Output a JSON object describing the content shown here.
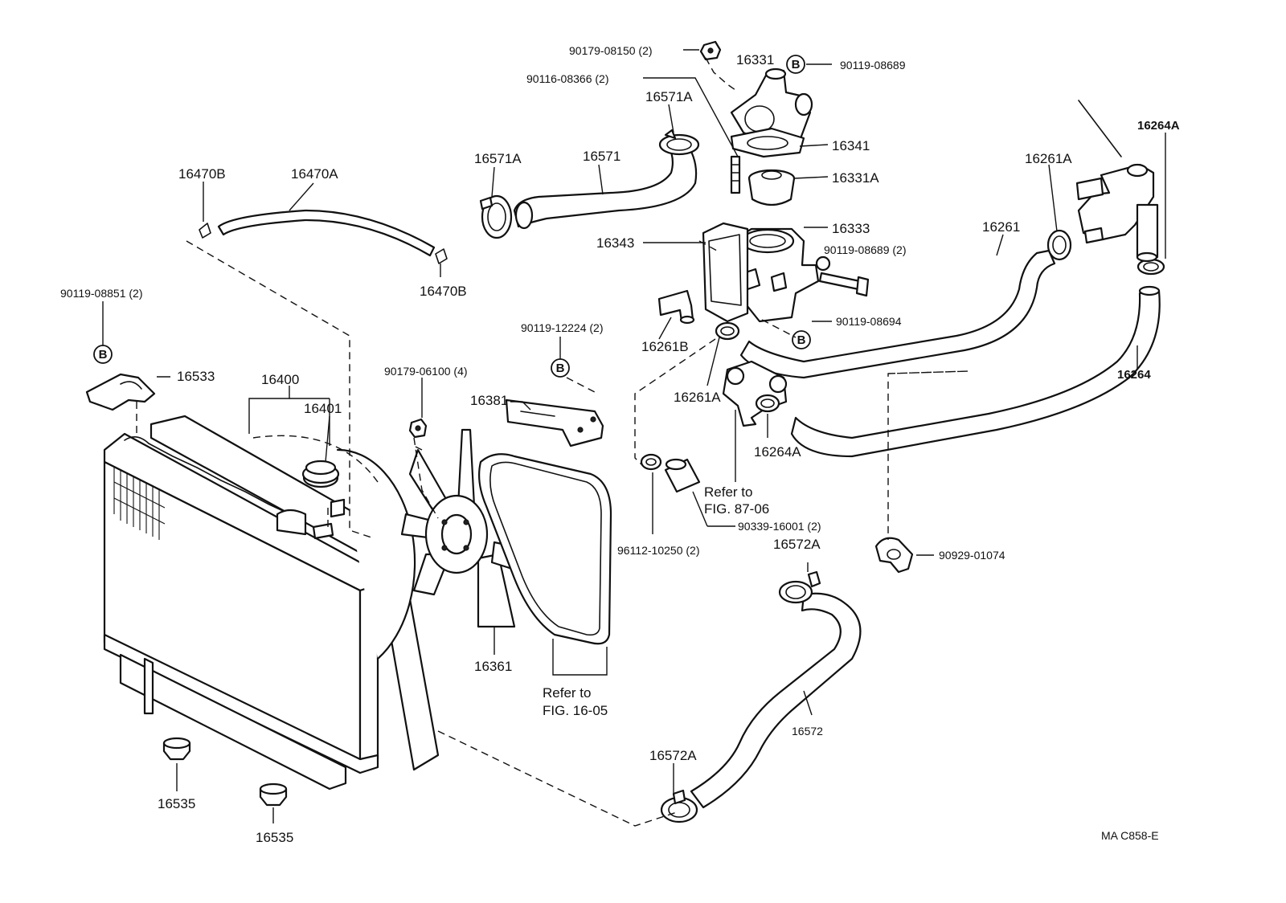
{
  "labels": {
    "l_90179_08150": "90179-08150 (2)",
    "l_16331": "16331",
    "l_90119_08689_top": "90119-08689",
    "l_90116_08366": "90116-08366 (2)",
    "l_16571A_top": "16571A",
    "l_16341": "16341",
    "l_16331A": "16331A",
    "l_16571A_left": "16571A",
    "l_16571": "16571",
    "l_16470B_top": "16470B",
    "l_16470A": "16470A",
    "l_16470B_bot": "16470B",
    "l_16333": "16333",
    "l_16343": "16343",
    "l_90119_08689_2": "90119-08689 (2)",
    "l_16264A_top": "16264A",
    "l_16261A_top": "16261A",
    "l_16261": "16261",
    "l_90119_08851": "90119-08851 (2)",
    "l_90119_08694": "90119-08694",
    "l_16261B": "16261B",
    "l_16264": "16264",
    "l_90119_12224": "90119-12224 (2)",
    "l_16261A_mid": "16261A",
    "l_16533": "16533",
    "l_16400": "16400",
    "l_16401": "16401",
    "l_90179_06100": "90179-06100 (4)",
    "l_16381": "16381",
    "l_16264A_mid": "16264A",
    "l_refer_87_line1": "Refer to",
    "l_refer_87_line2": "FIG. 87-06",
    "l_90339_16001": "90339-16001 (2)",
    "l_96112_10250": "96112-10250 (2)",
    "l_16572A_top": "16572A",
    "l_90929_01074": "90929-01074",
    "l_16361": "16361",
    "l_refer_16_line1": "Refer to",
    "l_refer_16_line2": "FIG. 16-05",
    "l_16572": "16572",
    "l_16572A_bot": "16572A",
    "l_16535_a": "16535",
    "l_16535_b": "16535",
    "l_code": "MA C858-E"
  },
  "badges": {
    "b1": "B",
    "b2": "B",
    "b3": "B",
    "b4": "B"
  }
}
